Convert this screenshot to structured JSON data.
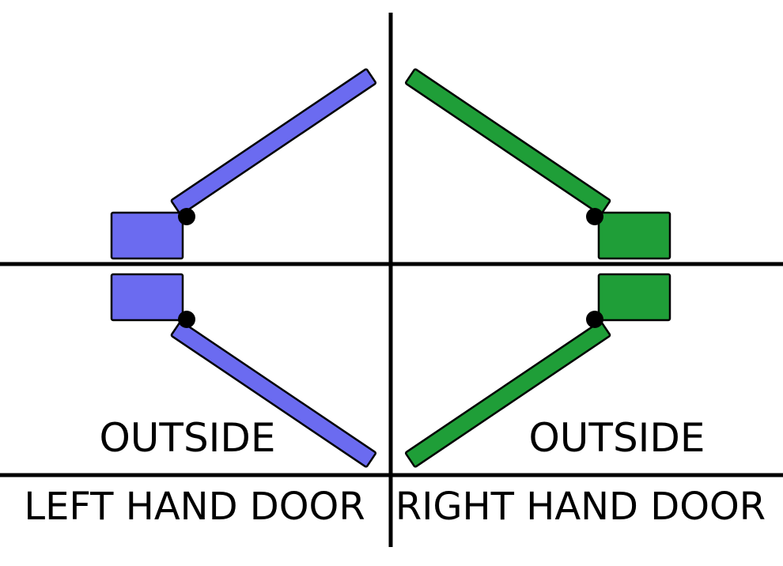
{
  "diagram": {
    "left": {
      "outside_label": "OUTSIDE",
      "caption": "LEFT HAND DOOR",
      "door_color": "#6b6bf0"
    },
    "right": {
      "outside_label": "OUTSIDE",
      "caption": "RIGHT HAND DOOR",
      "door_color": "#1f9e38"
    },
    "hinge_color": "#000000",
    "line_color": "#000000",
    "text_color": "#000000",
    "background_color": "#ffffff"
  }
}
